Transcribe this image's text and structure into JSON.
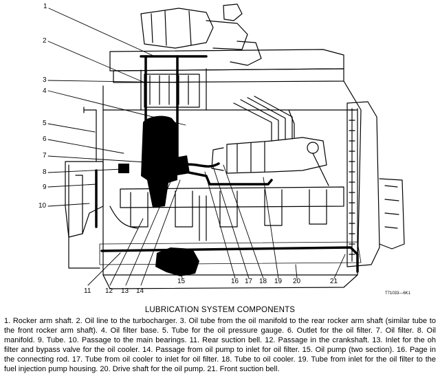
{
  "figure": {
    "part_number": "T71033—6K1",
    "callouts": [
      "1",
      "2",
      "3",
      "4",
      "5",
      "6",
      "7",
      "8",
      "9",
      "10",
      "11",
      "12",
      "13",
      "14",
      "15",
      "16",
      "17",
      "18",
      "19",
      "20",
      "21"
    ]
  },
  "caption": {
    "title": "LUBRICATION SYSTEM COMPONENTS",
    "text": "1. Rocker arm shaft. 2. Oil line to the turbocharger. 3. Oil tube from the oil manifold to the rear rocker arm shaft (similar tube to the front rocker arm shaft). 4. Oil filter base. 5. Tube for the oil pressure gauge. 6. Outlet for the oil filter. 7. Oil filter. 8. Oil manifold. 9. Tube. 10. Passage to the main bearings. 11. Rear suction bell. 12. Passage in the crankshaft. 13. Inlet for the oh filter and bypass valve for the oil cooler. 14. Passage from oil pump to inlet for oil filter. 15. Oil pump (two section). 16. Page in the connecting rod. 17. Tube from oil cooler to inlet for oil filter. 18. Tube to oil cooler. 19. Tube from inlet for the oil filter to the fuel injection pump housing. 20. Drive shaft for the oil pump. 21. Front suction bell."
  }
}
